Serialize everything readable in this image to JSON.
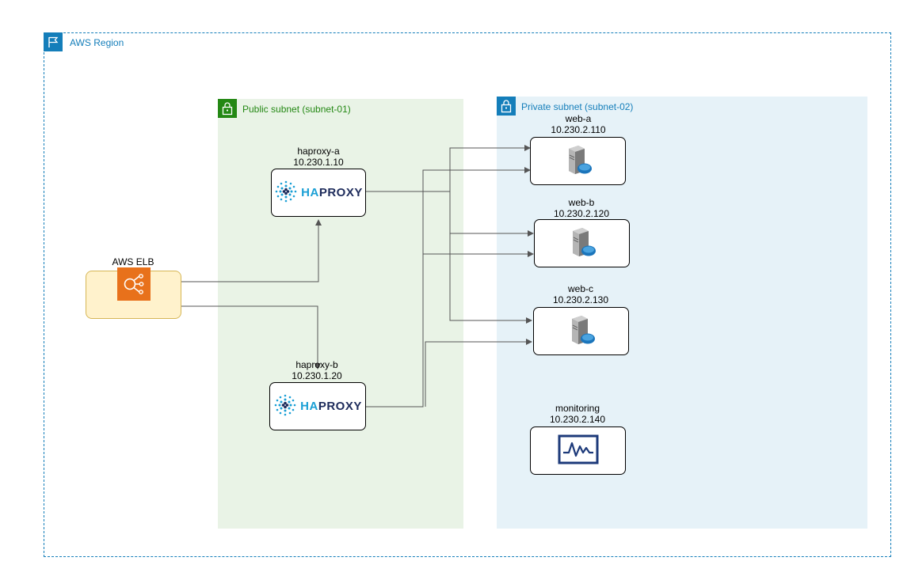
{
  "region": {
    "label": "AWS Region"
  },
  "public_subnet": {
    "label": "Public subnet (subnet-01)"
  },
  "private_subnet": {
    "label": "Private subnet (subnet-02)"
  },
  "elb": {
    "label": "AWS ELB"
  },
  "haproxy_a": {
    "name": "haproxy-a",
    "ip": "10.230.1.10",
    "logo_ha": "HA",
    "logo_proxy": "PROXY"
  },
  "haproxy_b": {
    "name": "haproxy-b",
    "ip": "10.230.1.20",
    "logo_ha": "HA",
    "logo_proxy": "PROXY"
  },
  "web_a": {
    "name": "web-a",
    "ip": "10.230.2.110"
  },
  "web_b": {
    "name": "web-b",
    "ip": "10.230.2.120"
  },
  "web_c": {
    "name": "web-c",
    "ip": "10.230.2.130"
  },
  "monitoring": {
    "name": "monitoring",
    "ip": "10.230.2.140"
  },
  "colors": {
    "region_border": "#147eba",
    "public_fill": "#e9f3e6",
    "public_accent": "#248814",
    "private_fill": "#e6f2f8",
    "private_accent": "#147eba",
    "elb_fill": "#fff2cc",
    "elb_border": "#d6b656",
    "elb_icon": "#e8711b",
    "edge": "#555555"
  },
  "icons": {
    "region": "flag-icon",
    "subnet": "lock-icon",
    "elb": "load-balancer-icon",
    "haproxy": "haproxy-logo",
    "server": "server-icon",
    "monitoring": "monitoring-icon"
  }
}
